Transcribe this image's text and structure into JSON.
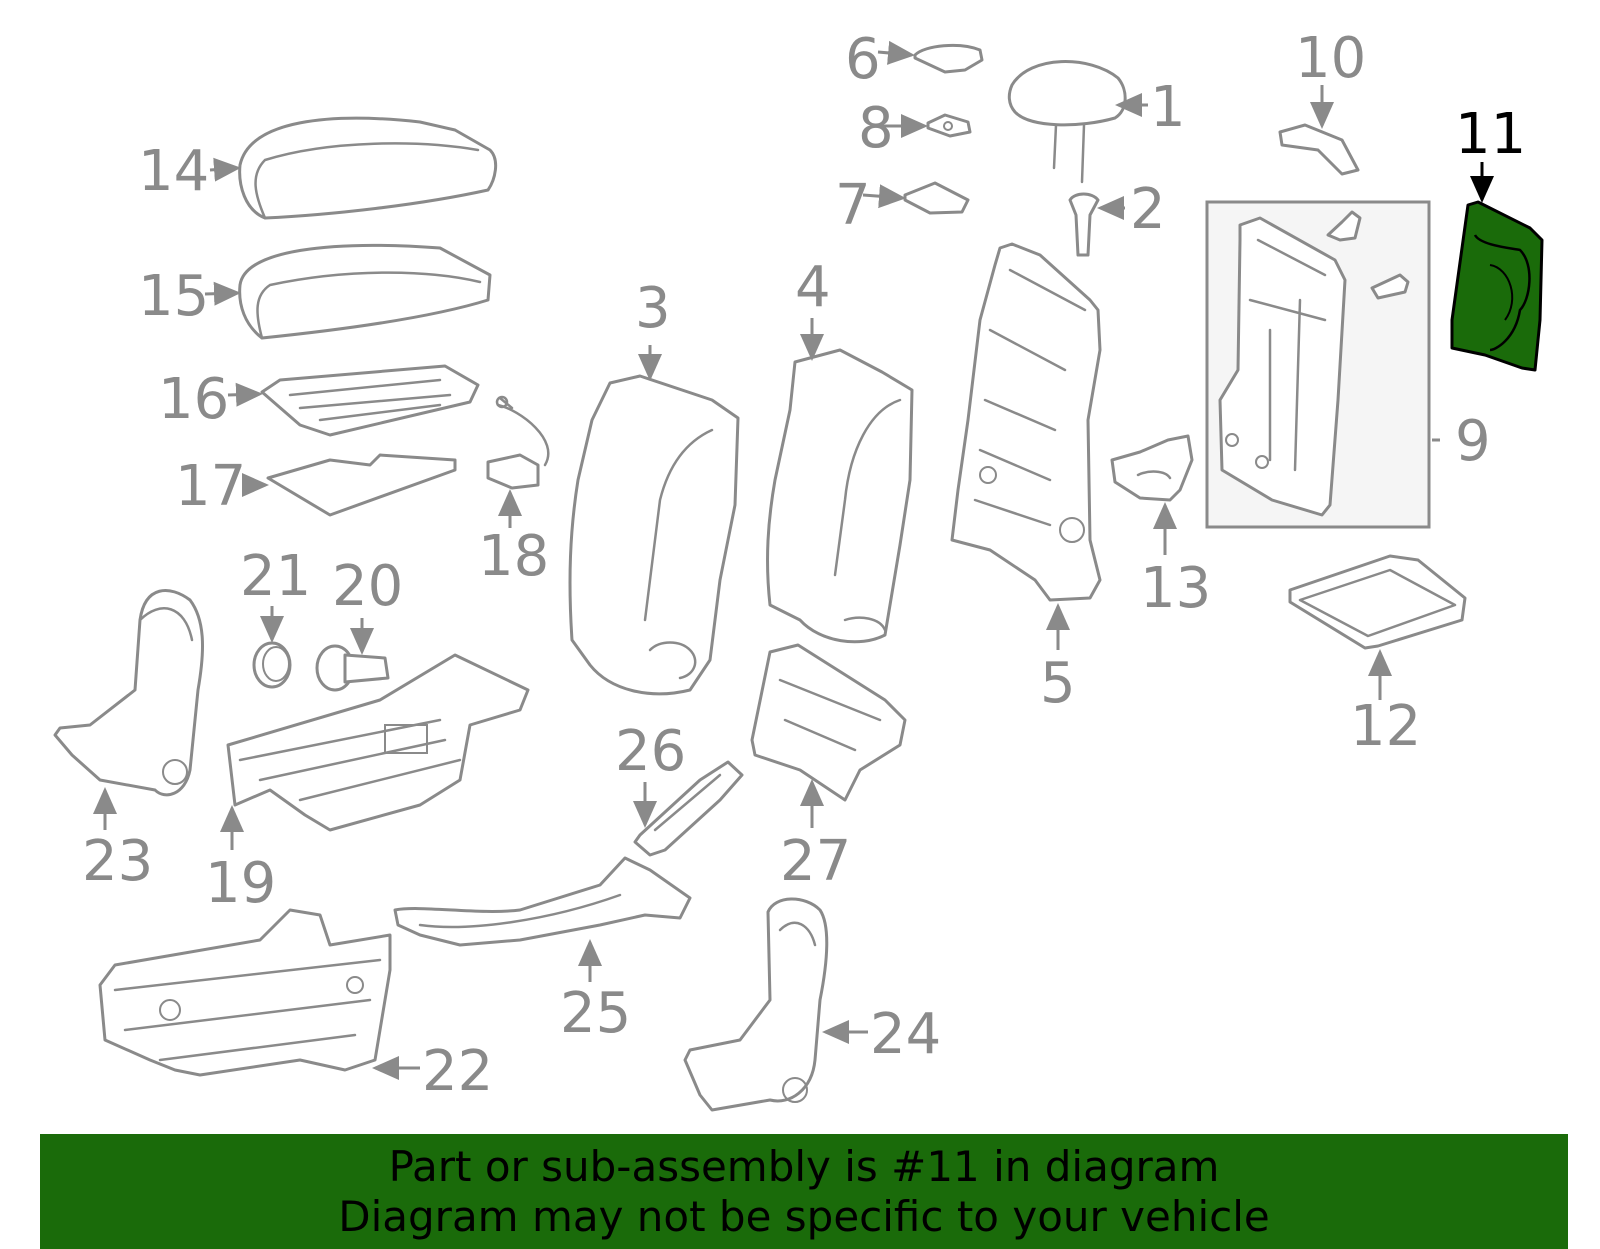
{
  "highlight_part": "11",
  "colors": {
    "banner_bg": "#1a6b0a",
    "highlight_fill": "#1a6b0a",
    "part_stroke": "#8a8a8a",
    "callout_text": "#8a8a8a",
    "highlight_text": "#000000"
  },
  "callouts": {
    "c1": "1",
    "c2": "2",
    "c3": "3",
    "c4": "4",
    "c5": "5",
    "c6": "6",
    "c7": "7",
    "c8": "8",
    "c9": "9",
    "c10": "10",
    "c11": "11",
    "c12": "12",
    "c13": "13",
    "c14": "14",
    "c15": "15",
    "c16": "16",
    "c17": "17",
    "c18": "18",
    "c19": "19",
    "c20": "20",
    "c21": "21",
    "c22": "22",
    "c23": "23",
    "c24": "24",
    "c25": "25",
    "c26": "26",
    "c27": "27"
  },
  "banner": {
    "line1": "Part or sub-assembly is #11 in diagram",
    "line2": "Diagram may not be specific to your vehicle"
  }
}
